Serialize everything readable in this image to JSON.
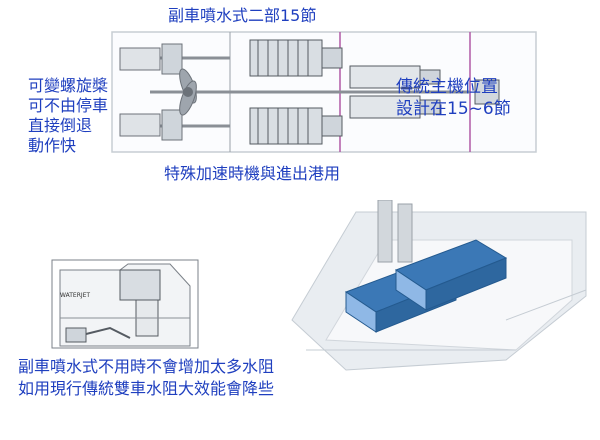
{
  "labels": {
    "top_title": "副車噴水式二部15節",
    "left_lines": [
      "可變螺旋槳",
      "可不由停車",
      "直接倒退",
      "動作快"
    ],
    "right_lines": [
      "傳統主機位置",
      "設計在15~6節"
    ],
    "middle_caption": "特殊加速時機與進出港用",
    "bottom_lines": [
      "副車噴水式不用時不會增加太多水阻",
      "如用現行傳統雙車水阻大效能會降些"
    ],
    "small_tag": "WATERJET"
  },
  "colors": {
    "text": "#1f3fbf",
    "engine_blue": "#3b78b6",
    "engine_light": "#8fb8e6",
    "hull_gray": "#cfd5db",
    "line_gray": "#8a8f96",
    "magenta": "#b05aa6"
  }
}
